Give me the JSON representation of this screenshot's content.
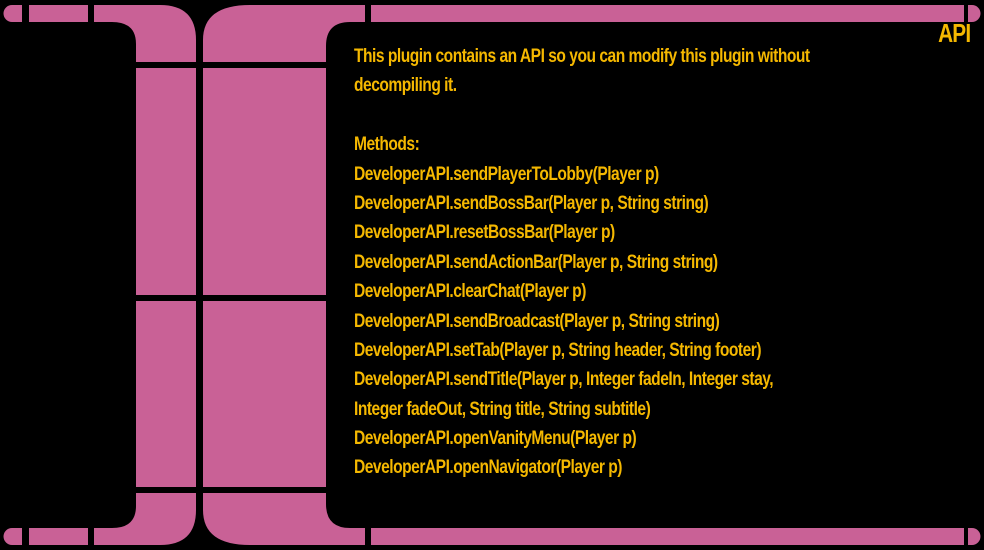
{
  "header": {
    "title": "API"
  },
  "body": {
    "intro_lines": [
      "This plugin contains an API so you can modify this plugin without",
      "decompiling it."
    ],
    "methods_heading": "Methods:",
    "methods": [
      "DeveloperAPI.sendPlayerToLobby(Player p)",
      "DeveloperAPI.sendBossBar(Player p, String string)",
      "DeveloperAPI.resetBossBar(Player p)",
      "DeveloperAPI.sendActionBar(Player p, String string)",
      "DeveloperAPI.clearChat(Player p)",
      "DeveloperAPI.sendBroadcast(Player p, String string)",
      "DeveloperAPI.setTab(Player p, String header, String footer)",
      "DeveloperAPI.sendTitle(Player p, Integer fadeIn, Integer stay,",
      "Integer fadeOut, String title, String subtitle)",
      "DeveloperAPI.openVanityMenu(Player p)",
      "DeveloperAPI.openNavigator(Player p)"
    ]
  },
  "colors": {
    "frame": "#c96196",
    "text": "#f5b800",
    "background": "#000000"
  }
}
